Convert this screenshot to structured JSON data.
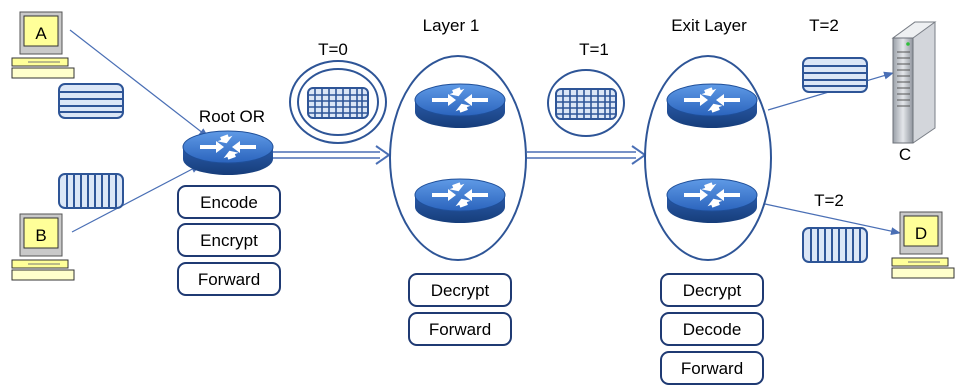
{
  "colors": {
    "router_top": "#3f7fd6",
    "router_dark": "#1f4f99",
    "link_arrow": "#4a6fb5",
    "op_box_border": "#1f3a73",
    "message_stroke": "#2e5597",
    "message_fill": "#dbe6f6",
    "computer_yellow": "#ffff99",
    "server_grey": "#b8bcc4"
  },
  "labels": {
    "root_or": "Root OR",
    "layer1": "Layer 1",
    "exit_layer": "Exit Layer",
    "t0": "T=0",
    "t1": "T=1",
    "t2_top": "T=2",
    "t2_bottom": "T=2",
    "server_c": "C"
  },
  "computers": {
    "a": "A",
    "b": "B",
    "d": "D"
  },
  "root_ops": [
    "Encode",
    "Encrypt",
    "Forward"
  ],
  "layer1_ops": [
    "Decrypt",
    "Forward"
  ],
  "exit_ops": [
    "Decrypt",
    "Decode",
    "Forward"
  ]
}
